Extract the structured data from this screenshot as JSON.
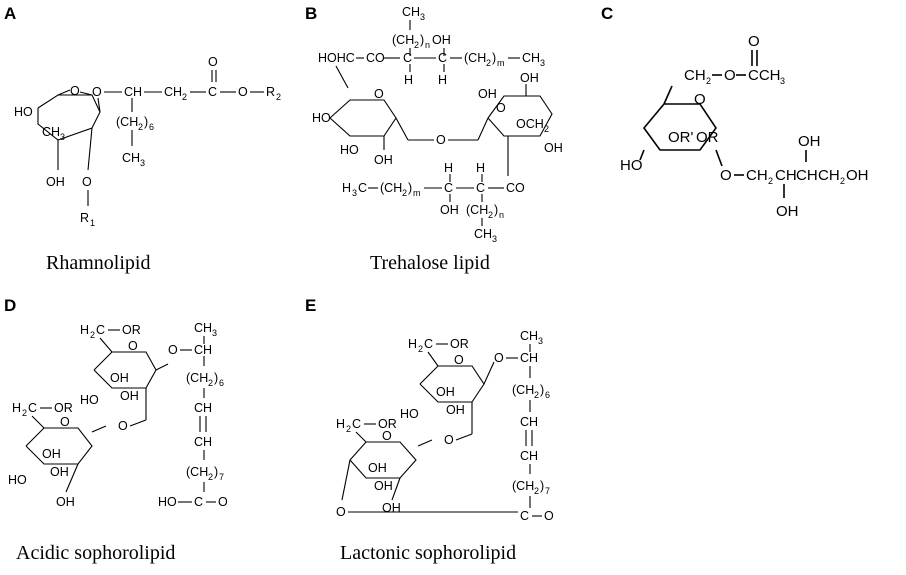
{
  "panels": {
    "a": {
      "label": "A",
      "caption": "Rhamnolipid"
    },
    "b": {
      "label": "B",
      "caption": "Trehalose lipid"
    },
    "c": {
      "label": "C"
    },
    "d": {
      "label": "D",
      "caption": "Acidic sophorolipid"
    },
    "e": {
      "label": "E",
      "caption": "Lactonic sophorolipid"
    }
  }
}
